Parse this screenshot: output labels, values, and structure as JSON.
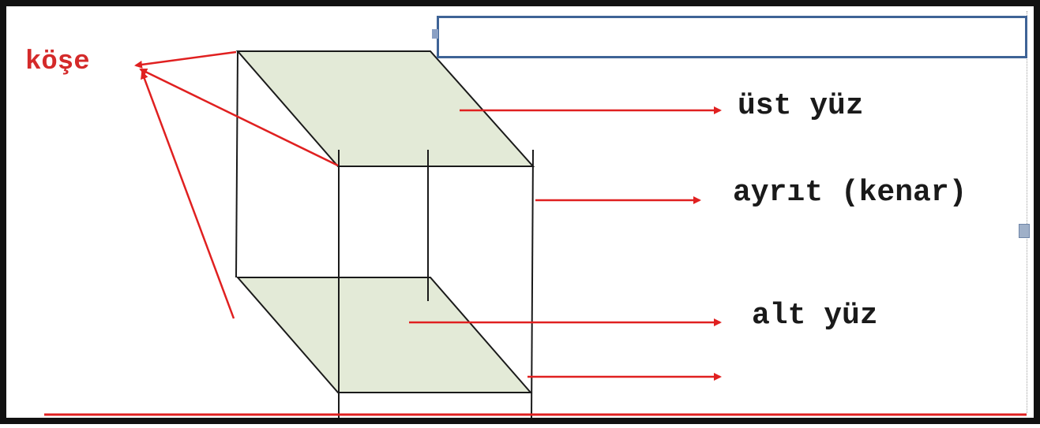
{
  "labels": {
    "corner": "köşe",
    "top_face": "üst yüz",
    "edge": "ayrıt (kenar)",
    "bottom_face": "alt yüz"
  },
  "textbox": {
    "text": ""
  },
  "colors": {
    "frame": "#111111",
    "arrow": "#e02020",
    "face_fill": "#e3ead7",
    "textbox_border": "#3e6396",
    "line": "#1a1a1a",
    "corner_label": "#d42a2a"
  }
}
